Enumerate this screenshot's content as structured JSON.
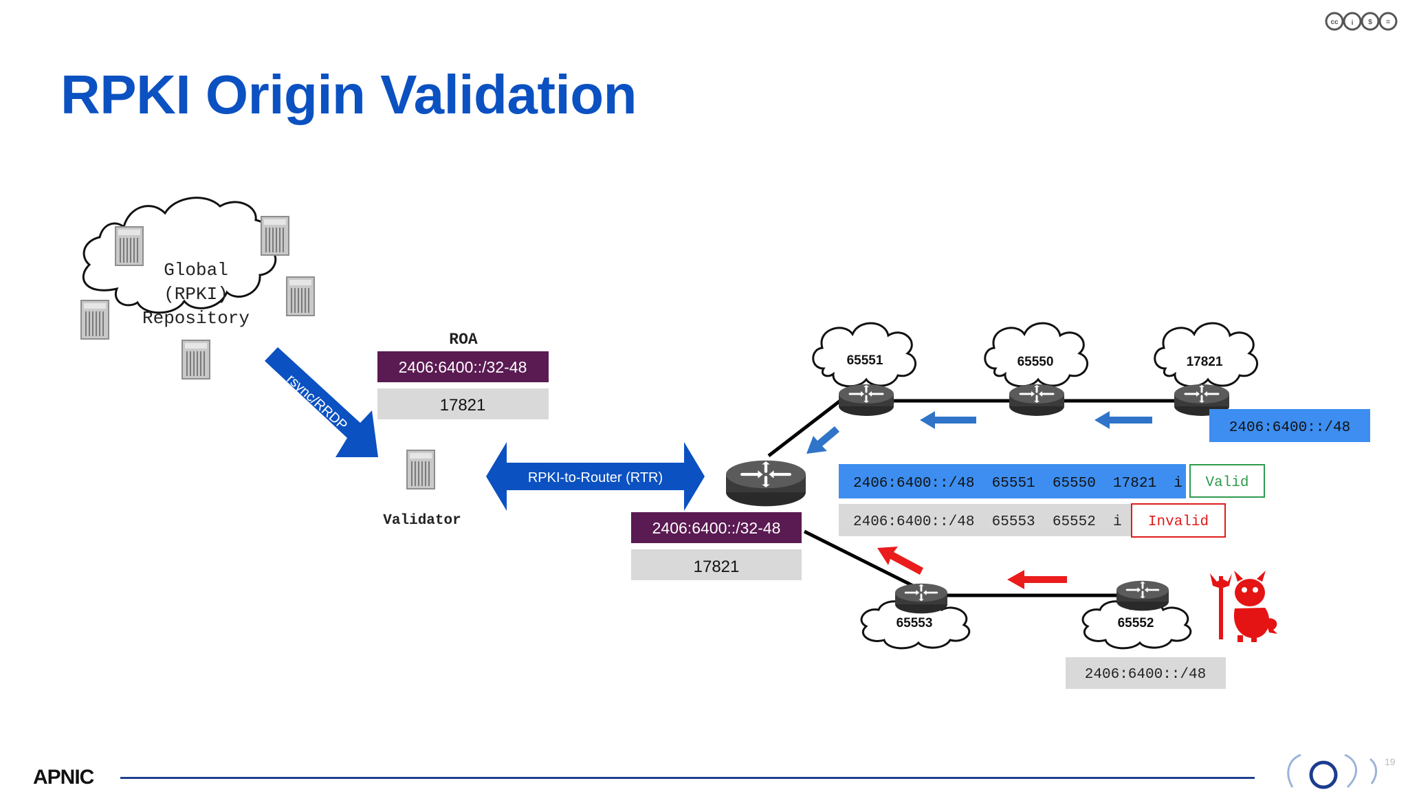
{
  "slide": {
    "title": "RPKI Origin Validation",
    "page_number": "19",
    "logo_text": "APNIC"
  },
  "repository": {
    "lines": [
      "Global",
      "(RPKI)",
      "Repository"
    ]
  },
  "sync_arrow": {
    "label": "rsync/RRDP"
  },
  "validator": {
    "label": "Validator"
  },
  "roa": {
    "heading": "ROA",
    "prefix": "2406:6400::/32-48",
    "asn": "17821"
  },
  "rtr_arrow": {
    "label": "RPKI-to-Router (RTR)"
  },
  "router_roa": {
    "prefix": "2406:6400::/32-48",
    "asn": "17821"
  },
  "as_clouds": {
    "top": [
      "65551",
      "65550",
      "17821"
    ],
    "bottom": [
      "65553",
      "65552"
    ]
  },
  "announcements": {
    "legit_origin": "2406:6400::/48",
    "hijack_origin": "2406:6400::/48",
    "valid_route": "2406:6400::/48  65551  65550  17821  i",
    "valid_status": "Valid",
    "invalid_route": "2406:6400::/48  65553  65552  i",
    "invalid_status": "Invalid"
  },
  "colors": {
    "title": "#0b51c1",
    "roa_prefix_bg": "#5a1a52",
    "asn_bg": "#d9d9d9",
    "valid_route_bg": "#3d8ef0",
    "valid_status": "#2e9a4e",
    "invalid_status": "#e01b1b",
    "blue_arrow": "#2f74c8",
    "red_arrow": "#ea1c1c"
  },
  "icons": [
    "server-icon",
    "router-icon",
    "cloud-icon",
    "devil-icon",
    "creative-commons-icon"
  ]
}
